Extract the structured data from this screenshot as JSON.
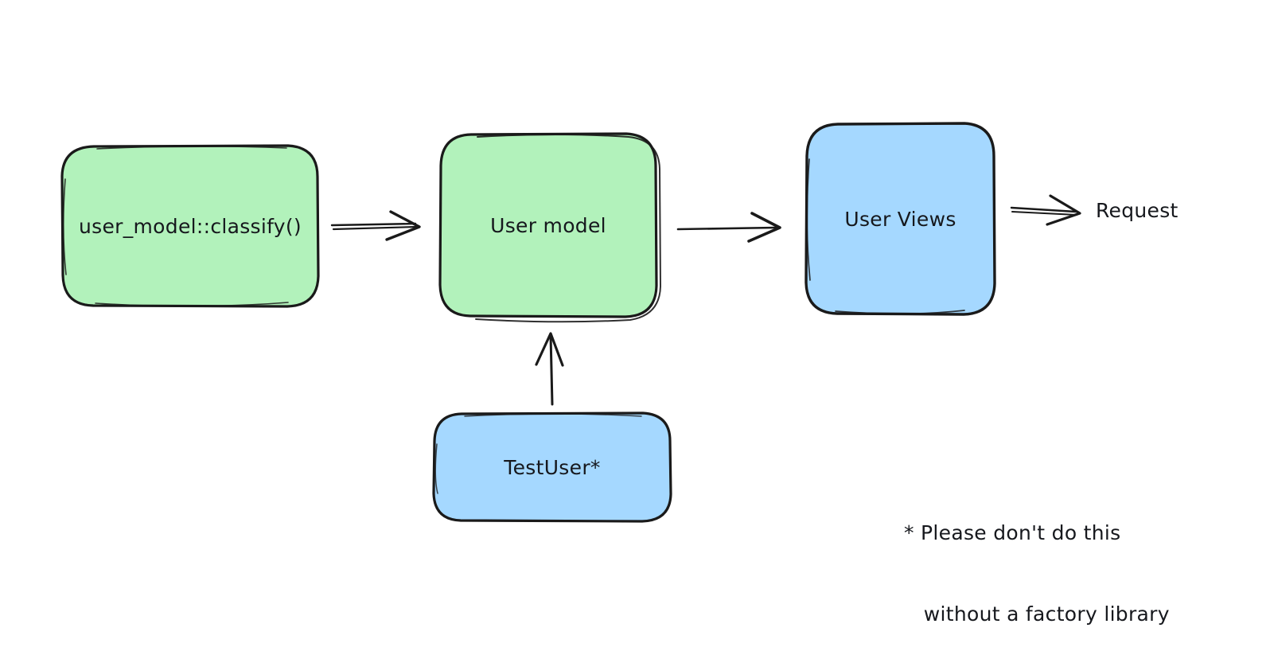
{
  "diagram": {
    "type": "flowchart",
    "title": "",
    "background": "#ffffff",
    "stroke_color": "#1a1a1a",
    "text_color": "#16181d",
    "palette": {
      "green_fill": "#b2f2bb",
      "blue_fill": "#a5d8ff"
    },
    "nodes": [
      {
        "id": "user_model_classify",
        "label": "user_model::classify()",
        "fill": "#b2f2bb",
        "shape": "rounded-rectangle"
      },
      {
        "id": "user_model",
        "label": "User model",
        "fill": "#b2f2bb",
        "shape": "rounded-rectangle"
      },
      {
        "id": "user_views",
        "label": "User Views",
        "fill": "#a5d8ff",
        "shape": "rounded-rectangle"
      },
      {
        "id": "test_user",
        "label": "TestUser*",
        "fill": "#a5d8ff",
        "shape": "rounded-rectangle"
      }
    ],
    "edges": [
      {
        "id": "e1",
        "from": "user_model_classify",
        "to": "user_model",
        "label": "",
        "direction": "right"
      },
      {
        "id": "e2",
        "from": "user_model",
        "to": "user_views",
        "label": "",
        "direction": "right"
      },
      {
        "id": "e3",
        "from": "user_views",
        "to": "request",
        "label": "Request",
        "direction": "right"
      },
      {
        "id": "e4",
        "from": "test_user",
        "to": "user_model",
        "label": "",
        "direction": "up"
      }
    ],
    "edge_labels": {
      "request": "Request"
    },
    "footnote": {
      "line1": "* Please don't do this",
      "line2": "   without a factory library"
    }
  }
}
